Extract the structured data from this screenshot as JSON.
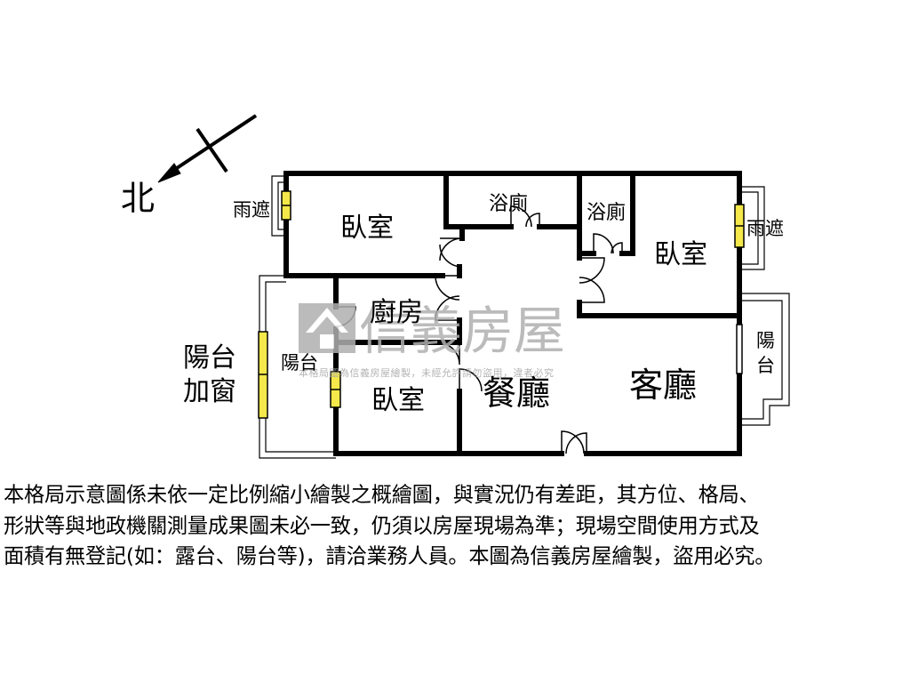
{
  "compass": {
    "label": "北"
  },
  "rooms": {
    "bedroom_nw": "臥室",
    "bath_1": "浴廁",
    "bath_2": "浴廁",
    "bedroom_ne": "臥室",
    "kitchen": "廚房",
    "balcony_west": "陽台",
    "bedroom_sw": "臥室",
    "dining": "餐廳",
    "living": "客廳",
    "balcony_east": "陽台"
  },
  "canopies": {
    "west": "雨遮",
    "east": "雨遮"
  },
  "enclosed_balcony": {
    "line1": "陽台",
    "line2": "加窗"
  },
  "watermark": {
    "brand": "信義房屋",
    "note": "本格局圖為信義房屋繪製，未經允許請勿盜用，違者必究"
  },
  "disclaimer": {
    "lines": [
      "本格局示意圖係未依一定比例縮小繪製之概繪圖，與實況仍有差距，其方位、格局、",
      "形狀等與地政機關測量成果圖未必一致，仍須以房屋現場為準；現場空間使用方式及",
      "面積有無登記(如：露台、陽台等)，請洽業務人員。本圖為信義房屋繪製，盜用必究。"
    ]
  },
  "colors": {
    "wall": "#000000",
    "window_fill": "#f4e84a",
    "watermark": "#b0b0b0"
  }
}
